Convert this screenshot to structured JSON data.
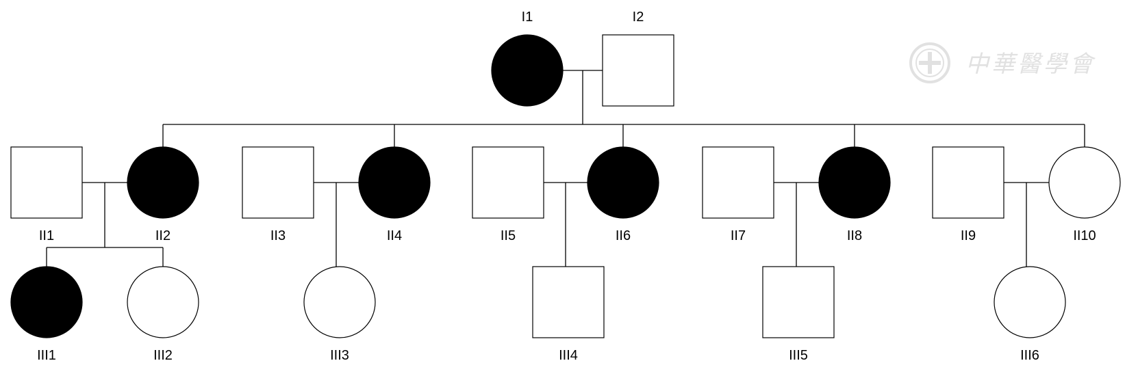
{
  "colors": {
    "affected": "#000000",
    "unaffected": "#ffffff",
    "line": "#000000",
    "watermark": "#e1e1e1"
  },
  "watermark": {
    "text": "中華醫學會",
    "emblem_icon": "medical-association-emblem"
  },
  "individuals": [
    {
      "id": "I1",
      "label": "I1",
      "sex": "female",
      "affected": true
    },
    {
      "id": "I2",
      "label": "I2",
      "sex": "male",
      "affected": false
    },
    {
      "id": "II1",
      "label": "II1",
      "sex": "male",
      "affected": false
    },
    {
      "id": "II2",
      "label": "II2",
      "sex": "female",
      "affected": true
    },
    {
      "id": "II3",
      "label": "II3",
      "sex": "male",
      "affected": false
    },
    {
      "id": "II4",
      "label": "II4",
      "sex": "female",
      "affected": true
    },
    {
      "id": "II5",
      "label": "II5",
      "sex": "male",
      "affected": false
    },
    {
      "id": "II6",
      "label": "II6",
      "sex": "female",
      "affected": true
    },
    {
      "id": "II7",
      "label": "II7",
      "sex": "male",
      "affected": false
    },
    {
      "id": "II8",
      "label": "II8",
      "sex": "female",
      "affected": true
    },
    {
      "id": "II9",
      "label": "II9",
      "sex": "male",
      "affected": false
    },
    {
      "id": "II10",
      "label": "II10",
      "sex": "female",
      "affected": false
    },
    {
      "id": "III1",
      "label": "III1",
      "sex": "female",
      "affected": true
    },
    {
      "id": "III2",
      "label": "III2",
      "sex": "female",
      "affected": false
    },
    {
      "id": "III3",
      "label": "III3",
      "sex": "female",
      "affected": false
    },
    {
      "id": "III4",
      "label": "III4",
      "sex": "male",
      "affected": false
    },
    {
      "id": "III5",
      "label": "III5",
      "sex": "male",
      "affected": false
    },
    {
      "id": "III6",
      "label": "III6",
      "sex": "female",
      "affected": false
    }
  ],
  "couples": [
    {
      "a": "I1",
      "b": "I2",
      "children": [
        "II2",
        "II4",
        "II6",
        "II8",
        "II10"
      ]
    },
    {
      "a": "II1",
      "b": "II2",
      "children": [
        "III1",
        "III2"
      ]
    },
    {
      "a": "II3",
      "b": "II4",
      "children": [
        "III3"
      ]
    },
    {
      "a": "II5",
      "b": "II6",
      "children": [
        "III4"
      ]
    },
    {
      "a": "II7",
      "b": "II8",
      "children": [
        "III5"
      ]
    },
    {
      "a": "II9",
      "b": "II10",
      "children": [
        "III6"
      ]
    }
  ]
}
